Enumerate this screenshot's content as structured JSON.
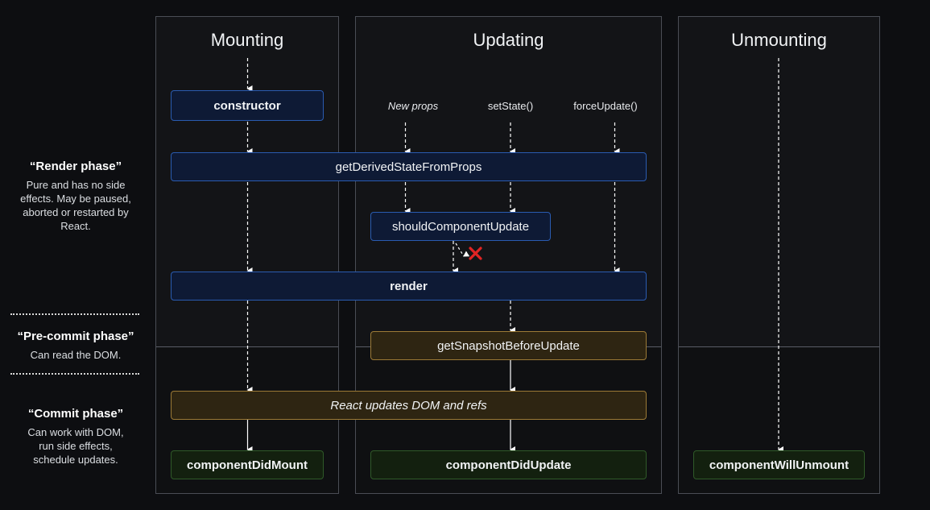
{
  "columns": {
    "mounting": "Mounting",
    "updating": "Updating",
    "unmounting": "Unmounting"
  },
  "phases": {
    "render": {
      "title": "“Render phase”",
      "description": "Pure and has no side effects. May be paused, aborted or restarted by React."
    },
    "precommit": {
      "title": "“Pre-commit phase”",
      "description": "Can read the DOM."
    },
    "commit": {
      "title": "“Commit phase”",
      "description": "Can work with DOM, run side effects, schedule updates."
    }
  },
  "triggers": {
    "new_props": "New props",
    "set_state": "setState()",
    "force_update": "forceUpdate()"
  },
  "methods": {
    "constructor": "constructor",
    "get_derived_state": "getDerivedStateFromProps",
    "should_component_update": "shouldComponentUpdate",
    "render": "render",
    "get_snapshot": "getSnapshotBeforeUpdate",
    "dom_update": "React updates DOM and refs",
    "did_mount": "componentDidMount",
    "did_update": "componentDidUpdate",
    "will_unmount": "componentWillUnmount"
  },
  "icons": {
    "skip": "close-x-icon"
  },
  "colors": {
    "render_box": "#2a5bb0",
    "commit_box": "#9c7a36",
    "lifecycle_end_box": "#2f5a28",
    "skip_mark": "#e02424"
  }
}
